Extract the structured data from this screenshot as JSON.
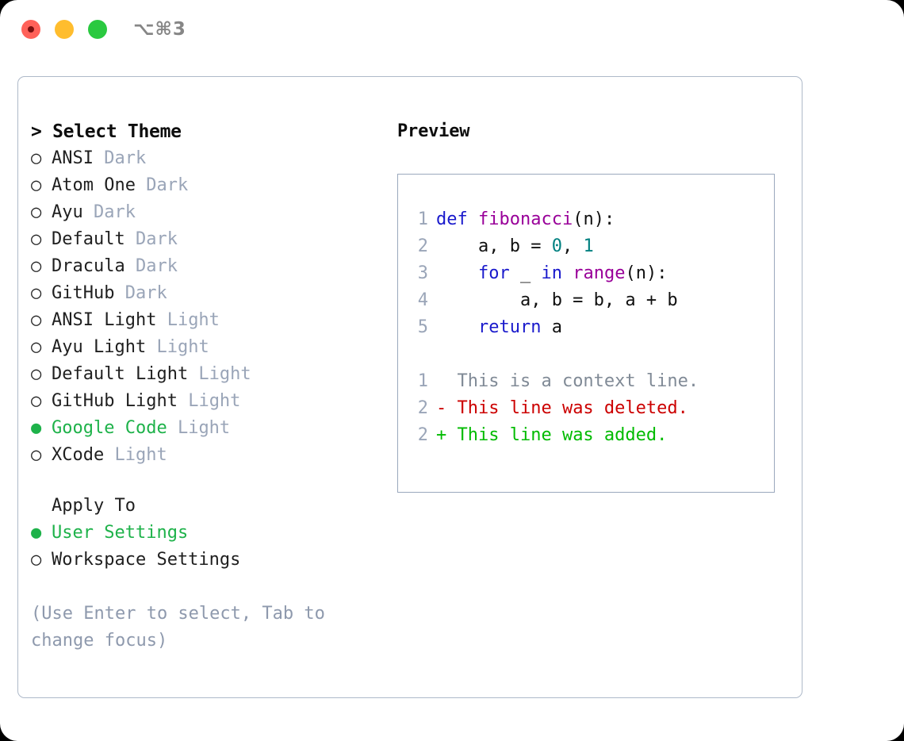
{
  "window": {
    "shortcut": "⌥⌘3",
    "traffic_lights": [
      {
        "name": "close",
        "color": "#ff6159"
      },
      {
        "name": "minimize",
        "color": "#ffbd2e"
      },
      {
        "name": "maximize",
        "color": "#2ac940"
      }
    ]
  },
  "theme_picker": {
    "header": "> Select Theme",
    "selected_theme": "Google Code",
    "bullet_selected": "●",
    "bullet_unselected": "○",
    "items": [
      {
        "name": "ANSI",
        "kind": "Dark",
        "selected": false
      },
      {
        "name": "Atom One",
        "kind": "Dark",
        "selected": false
      },
      {
        "name": "Ayu",
        "kind": "Dark",
        "selected": false
      },
      {
        "name": "Default",
        "kind": "Dark",
        "selected": false
      },
      {
        "name": "Dracula",
        "kind": "Dark",
        "selected": false
      },
      {
        "name": "GitHub",
        "kind": "Dark",
        "selected": false
      },
      {
        "name": "ANSI Light",
        "kind": "Light",
        "selected": false
      },
      {
        "name": "Ayu Light",
        "kind": "Light",
        "selected": false
      },
      {
        "name": "Default Light",
        "kind": "Light",
        "selected": false
      },
      {
        "name": "GitHub Light",
        "kind": "Light",
        "selected": false
      },
      {
        "name": "Google Code",
        "kind": "Light",
        "selected": true
      },
      {
        "name": "XCode",
        "kind": "Light",
        "selected": false
      }
    ]
  },
  "apply_to": {
    "title": "Apply To",
    "selected": "User Settings",
    "items": [
      {
        "label": "User Settings",
        "selected": true
      },
      {
        "label": "Workspace Settings",
        "selected": false
      }
    ]
  },
  "hint": "(Use Enter to select, Tab to change focus)",
  "preview": {
    "label": "Preview",
    "code_lines": [
      {
        "n": "1",
        "tokens": [
          {
            "t": "def ",
            "c": "kw"
          },
          {
            "t": "fibonacci",
            "c": "fn"
          },
          {
            "t": "(n):",
            "c": "pl"
          }
        ]
      },
      {
        "n": "2",
        "tokens": [
          {
            "t": "    a, b = ",
            "c": "pl"
          },
          {
            "t": "0",
            "c": "num"
          },
          {
            "t": ", ",
            "c": "pl"
          },
          {
            "t": "1",
            "c": "num"
          }
        ]
      },
      {
        "n": "3",
        "tokens": [
          {
            "t": "    ",
            "c": "pl"
          },
          {
            "t": "for",
            "c": "kw"
          },
          {
            "t": " _ ",
            "c": "pl"
          },
          {
            "t": "in",
            "c": "kw"
          },
          {
            "t": " ",
            "c": "pl"
          },
          {
            "t": "range",
            "c": "fn"
          },
          {
            "t": "(n):",
            "c": "pl"
          }
        ]
      },
      {
        "n": "4",
        "tokens": [
          {
            "t": "        a, b = b, a + b",
            "c": "pl"
          }
        ]
      },
      {
        "n": "5",
        "tokens": [
          {
            "t": "    ",
            "c": "pl"
          },
          {
            "t": "return",
            "c": "kw"
          },
          {
            "t": " a",
            "c": "pl"
          }
        ]
      }
    ],
    "diff_lines": [
      {
        "n": "1",
        "marker": " ",
        "text": " This is a context line.",
        "c": "ctx"
      },
      {
        "n": "2",
        "marker": "-",
        "text": " This line was deleted.",
        "c": "del"
      },
      {
        "n": "2",
        "marker": "+",
        "text": " This line was added.",
        "c": "add"
      }
    ]
  },
  "colors": {
    "accent_green": "#1eb24a",
    "muted": "#9aa5b8",
    "hint": "#8e99ad",
    "panel_border": "#aeb9c9",
    "code_border": "#9aa8bd",
    "keyword": "#1a1acc",
    "function": "#990099",
    "number": "#008080",
    "diff_deleted": "#cc0000",
    "diff_added": "#00bb00"
  }
}
